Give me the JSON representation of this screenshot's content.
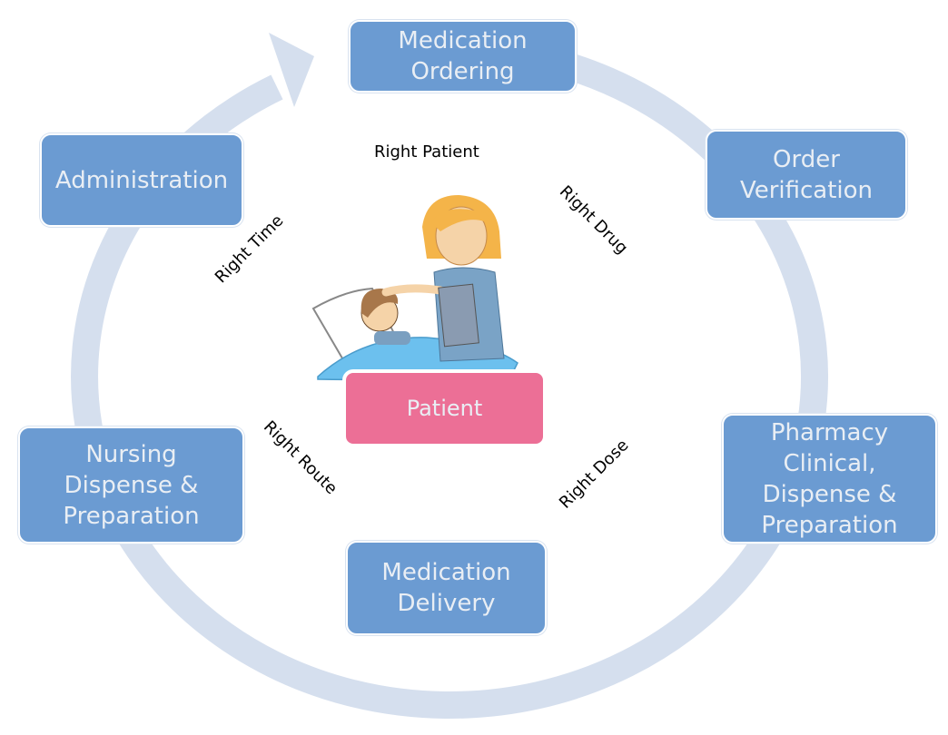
{
  "colors": {
    "step_box": "#6b9bd2",
    "patient_box": "#ec6f96",
    "cycle_arrow": "#d5dfee",
    "box_text": "#e9eef4"
  },
  "steps": [
    {
      "label": "Medication Ordering"
    },
    {
      "label": "Order Verification"
    },
    {
      "label": "Pharmacy Clinical, Dispense & Preparation"
    },
    {
      "label": "Medication Delivery"
    },
    {
      "label": "Nursing Dispense & Preparation"
    },
    {
      "label": "Administration"
    }
  ],
  "center": {
    "label": "Patient",
    "illustration": "nurse-with-patient-in-bed"
  },
  "rights": [
    "Right Patient",
    "Right Drug",
    "Right Dose",
    "Right Route",
    "Right Time"
  ]
}
